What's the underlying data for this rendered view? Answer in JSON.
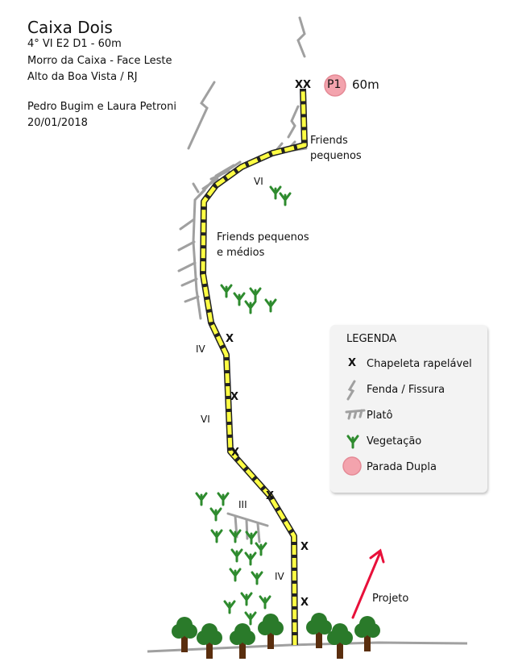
{
  "header": {
    "title": "Caixa Dois",
    "grade_line": "4° VI E2 D1 - 60m",
    "location_line1": "Morro da Caixa - Face Leste",
    "location_line2": "Alto da Boa Vista / RJ",
    "authors": "Pedro Bugim e Laura Petroni",
    "date": "20/01/2018"
  },
  "route": {
    "anchor_label": "XX",
    "belay_label": "P1",
    "pitch_length": "60m",
    "bolt_mark": "X",
    "notes": {
      "top": [
        "Friends",
        "pequenos"
      ],
      "middle": [
        "Friends pequenos",
        "e médios"
      ]
    },
    "grades": [
      "VI",
      "IV",
      "VI",
      "III",
      "IV"
    ]
  },
  "project": {
    "label": "Projeto"
  },
  "legend": {
    "title": "LEGENDA",
    "items": [
      {
        "icon": "bolt-x-icon",
        "label": "Chapeleta rapelável"
      },
      {
        "icon": "crack-icon",
        "label": "Fenda / Fissura"
      },
      {
        "icon": "ledge-icon",
        "label": "Platô"
      },
      {
        "icon": "vegetation-icon",
        "label": "Vegetação"
      },
      {
        "icon": "belay-circle-icon",
        "label": "Parada Dupla"
      }
    ]
  },
  "colors": {
    "route_fill": "#ffff44",
    "route_outline": "#222222",
    "rock_features": "#a0a0a0",
    "vegetation": "#2e8b2e",
    "belay": "#f3a3ad",
    "project_arrow": "#e8103a",
    "tree_foliage": "#2a7a2a",
    "tree_trunk": "#5a2e0e"
  }
}
